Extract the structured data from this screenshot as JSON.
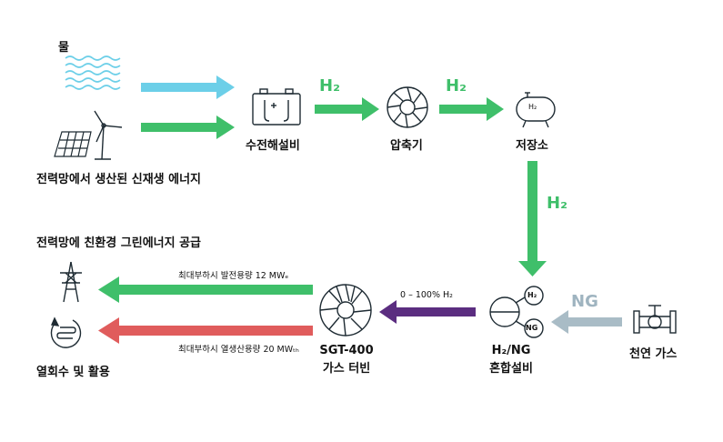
{
  "labels": {
    "water": "물",
    "renewable": "전력망에서 생산된 신재생 에너지",
    "electrolyzer": "수전해설비",
    "compression": "압축기",
    "storage": "저장소",
    "grid_supply": "전력망에 친환경 그린에너지 공급",
    "district_heat": "열회수 및 활용",
    "turbine_line1": "SGT-400",
    "turbine_line2": "가스 터빈",
    "mixing_line1": "H₂/NG",
    "mixing_line2": "혼합설비",
    "natural_gas": "천연 가스",
    "ng_arrow": "NG",
    "h2": "H₂",
    "blend_range": "0 – 100% H₂",
    "power_output": "최대부하시 발전용량 12 MWₑ",
    "heat_output": "최대부하시 열생산용량 20 MWₜₕ",
    "tank_h2": "H₂",
    "mixer_h2": "H₂",
    "mixer_ng": "NG"
  },
  "colors": {
    "green": "#3fbf6a",
    "blue": "#6ccfe8",
    "purple": "#5b2d80",
    "red": "#e05c5c",
    "grey": "#a9bcc6",
    "dark": "#1e2b33"
  },
  "icons": [
    "water-waves-icon",
    "solar-panel-icon",
    "wind-turbine-icon",
    "battery-electrolyzer-icon",
    "compressor-icon",
    "tank-icon",
    "mixer-icon",
    "valve-icon",
    "gas-turbine-icon",
    "pylon-icon",
    "heat-exchanger-icon"
  ]
}
